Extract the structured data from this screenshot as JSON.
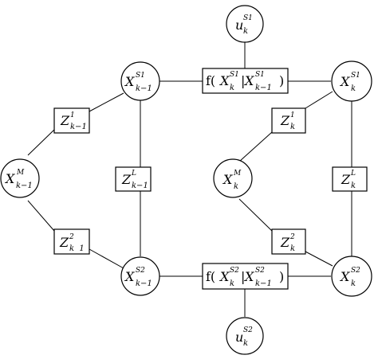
{
  "nodes": {
    "u_s1": {
      "base": "u",
      "sup": "S1",
      "sub": "k"
    },
    "x_s1_prev": {
      "base": "X",
      "sup": "S1",
      "sub": "k−1"
    },
    "x_s1": {
      "base": "X",
      "sup": "S1",
      "sub": "k"
    },
    "x_m_prev": {
      "base": "X",
      "sup": "M",
      "sub": "k−1"
    },
    "x_m": {
      "base": "X",
      "sup": "M",
      "sub": "k"
    },
    "x_s2_prev": {
      "base": "X",
      "sup": "S2",
      "sub": "k−1"
    },
    "x_s2": {
      "base": "X",
      "sup": "S2",
      "sub": "k"
    },
    "u_s2": {
      "base": "u",
      "sup": "S2",
      "sub": "k"
    }
  },
  "factors": {
    "f_s1": {
      "f": "f(",
      "base1": "X",
      "sup1": "S1",
      "sub1": "k",
      "bar": "|",
      "base2": "X",
      "sup2": "S1",
      "sub2": "k−1",
      "close": ")"
    },
    "f_s2": {
      "f": "f(",
      "base1": "X",
      "sup1": "S2",
      "sub1": "k",
      "bar": "|",
      "base2": "X",
      "sup2": "S2",
      "sub2": "k−1",
      "close": ")"
    },
    "z1_prev": {
      "base": "Z",
      "sup": "1",
      "sub": "k−1"
    },
    "zl_prev": {
      "base": "Z",
      "sup": "L",
      "sub": "k−1"
    },
    "z2_prev": {
      "base": "Z",
      "sup": "2",
      "sub": "k  1"
    },
    "z1": {
      "base": "Z",
      "sup": "1",
      "sub": "k"
    },
    "zl": {
      "base": "Z",
      "sup": "L",
      "sub": "k"
    },
    "z2": {
      "base": "Z",
      "sup": "2",
      "sub": "k"
    }
  }
}
